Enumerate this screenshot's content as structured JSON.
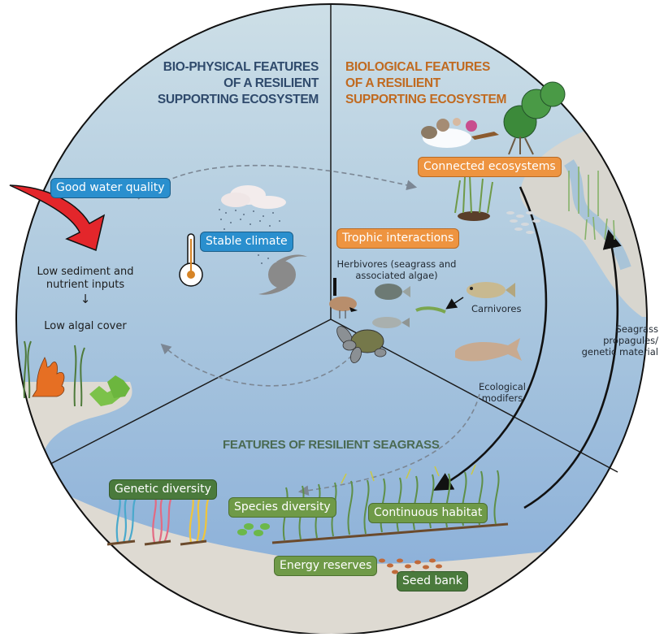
{
  "diagram": {
    "sections": {
      "biophysical": {
        "title_lines": [
          "BIO-PHYSICAL FEATURES",
          "OF A RESILIENT",
          "SUPPORTING ECOSYSTEM"
        ],
        "color": "#2f4a6c",
        "labels": {
          "good_water_quality": "Good water quality",
          "stable_climate": "Stable climate"
        },
        "notes": {
          "low_sediment_lines": [
            "Low sediment and",
            "nutrient inputs"
          ],
          "arrow_glyph": "↓",
          "low_algal_cover": "Low algal cover"
        }
      },
      "biological": {
        "title_lines": [
          "BIOLOGICAL FEATURES",
          "OF A RESILIENT",
          "SUPPORTING ECOSYSTEM"
        ],
        "color": "#c06a20",
        "labels": {
          "connected_ecosystems": "Connected ecosystems",
          "trophic_interactions": "Trophic interactions"
        },
        "notes": {
          "herbivores_lines": [
            "Herbivores (seagrass and",
            "associated algae)"
          ],
          "carnivores": "Carnivores",
          "ecological_modifiers_lines": [
            "Ecological",
            "modifers"
          ],
          "seagrass_propagules_lines": [
            "Seagrass",
            "propagules/",
            "genetic material"
          ]
        }
      },
      "seagrass": {
        "title": "FEATURES OF RESILIENT SEAGRASS",
        "color": "#4a6a52",
        "labels": {
          "genetic_diversity": "Genetic diversity",
          "species_diversity": "Species diversity",
          "continuous_habitat": "Continuous habitat",
          "energy_reserves": "Energy reserves",
          "seed_bank": "Seed bank"
        }
      }
    },
    "colors": {
      "water_top": "#c9dde6",
      "water_bottom": "#8fb3d9",
      "sediment": "#dedad2",
      "outline": "#111111",
      "pill_blue": "#2a8fce",
      "pill_orange": "#ee9440",
      "pill_green": "#6f9a48",
      "pill_dark_green": "#4a7a3c",
      "red_arrow": "#e3262b",
      "dashed_arrow": "#7c8794"
    },
    "icons": [
      "red-curved-arrow-icon",
      "thermometer-icon",
      "rain-cloud-icon",
      "cyclone-icon",
      "goose-icon",
      "herbivore-fish-icon",
      "carnivore-fish-icon",
      "shrimp-icon",
      "turtle-icon",
      "dugong-icon",
      "coral-reef-icon",
      "mangrove-tree-icon",
      "fish-school-icon",
      "seagrass-icon",
      "seed-bank-icon"
    ]
  }
}
